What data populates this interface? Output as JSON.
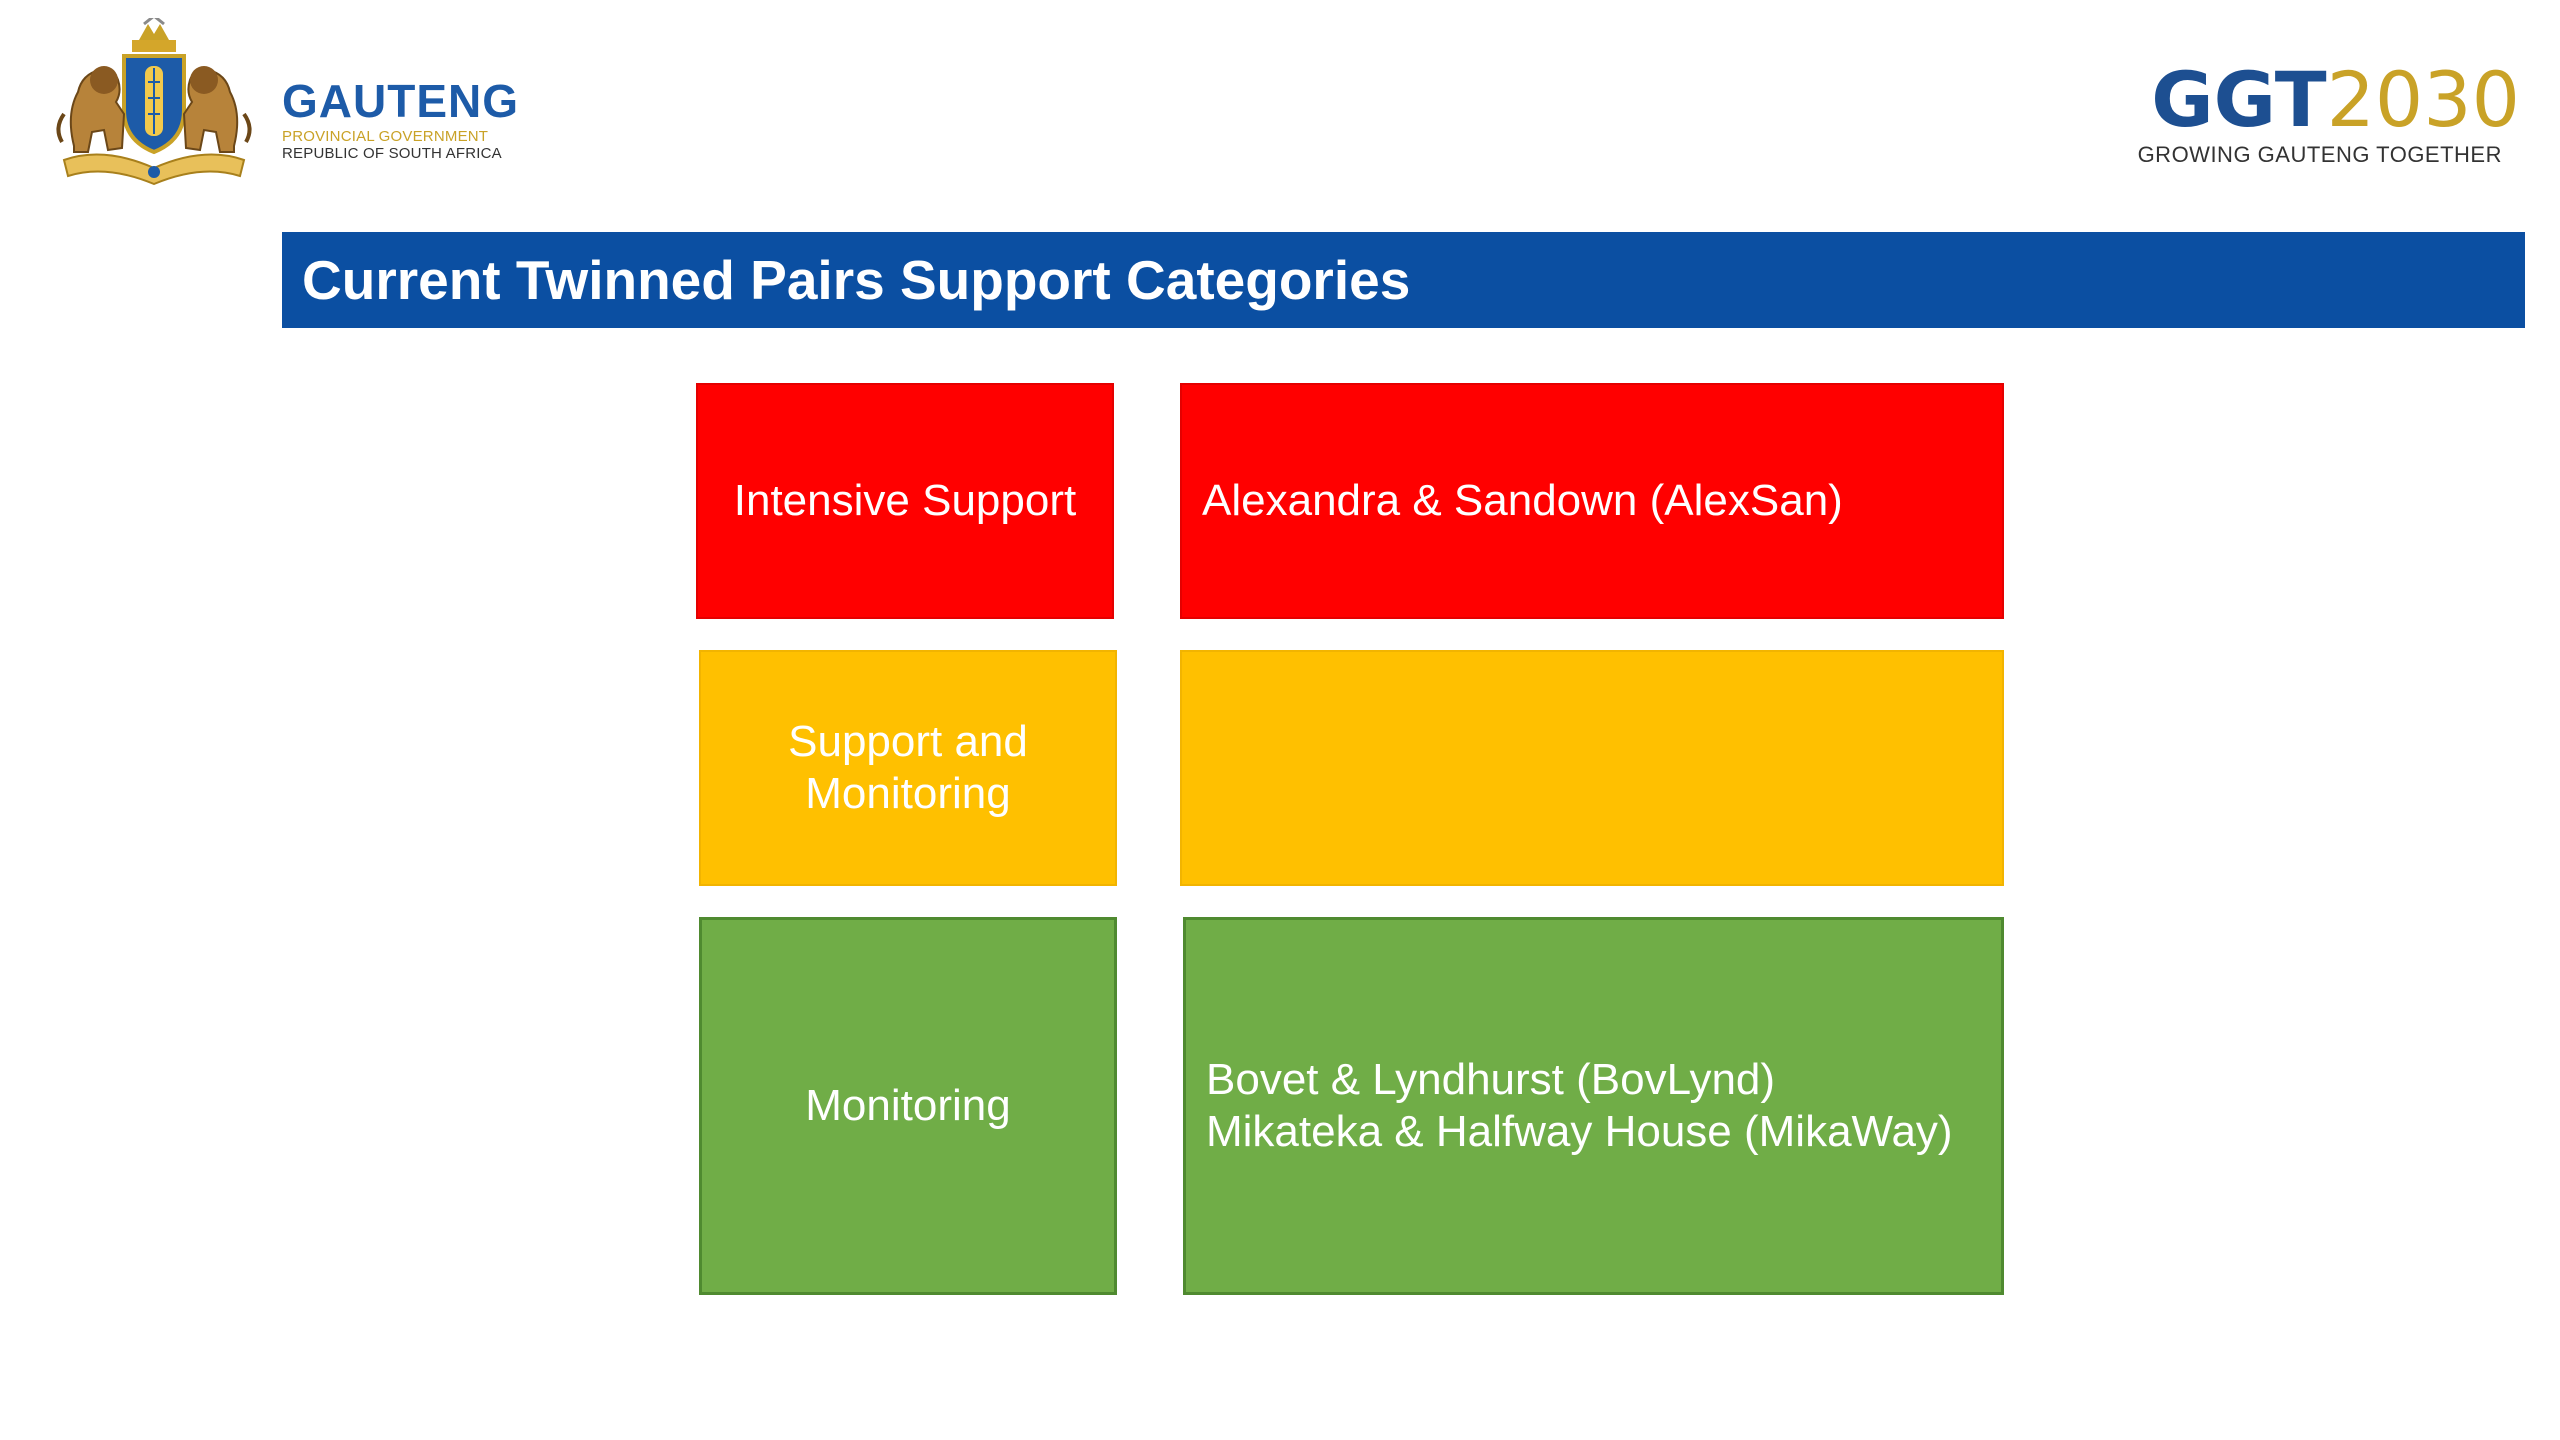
{
  "header": {
    "gauteng": {
      "name": "GAUTENG",
      "line1": "PROVINCIAL GOVERNMENT",
      "line2": "REPUBLIC OF SOUTH AFRICA",
      "crest_icon": "coat-of-arms-icon"
    },
    "ggt": {
      "prefix": "GGT",
      "year": "2030",
      "tagline": "GROWING GAUTENG TOGETHER"
    }
  },
  "title": "Current Twinned Pairs Support Categories",
  "categories": [
    {
      "label": "Intensive Support",
      "pairs": "Alexandra & Sandown (AlexSan)",
      "color": "#ff0000"
    },
    {
      "label": "Support and\nMonitoring",
      "pairs": "",
      "color": "#ffc000"
    },
    {
      "label": "Monitoring",
      "pairs": "Bovet & Lyndhurst (BovLynd)\nMikateka & Halfway House (MikaWay)",
      "color": "#70ad47"
    }
  ],
  "colors": {
    "title_bar": "#0b4fa2",
    "gauteng_blue": "#1d5ba8",
    "gold": "#c9a227"
  }
}
